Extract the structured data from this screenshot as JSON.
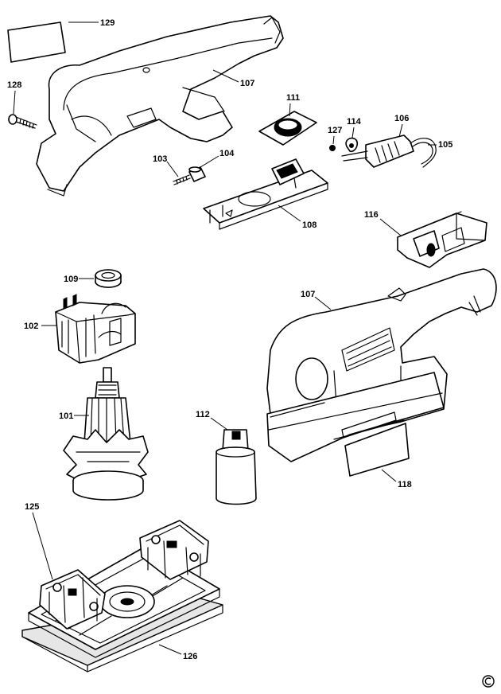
{
  "diagram": {
    "parts": {
      "p129": "129",
      "p128": "128",
      "p107a": "107",
      "p111": "111",
      "p127": "127",
      "p114": "114",
      "p106": "106",
      "p105": "105",
      "p103": "103",
      "p104": "104",
      "p108": "108",
      "p116": "116",
      "p109": "109",
      "p107b": "107",
      "p102": "102",
      "p101": "101",
      "p112": "112",
      "p118": "118",
      "p125": "125",
      "p126": "126"
    },
    "copyright_symbol": "©"
  }
}
